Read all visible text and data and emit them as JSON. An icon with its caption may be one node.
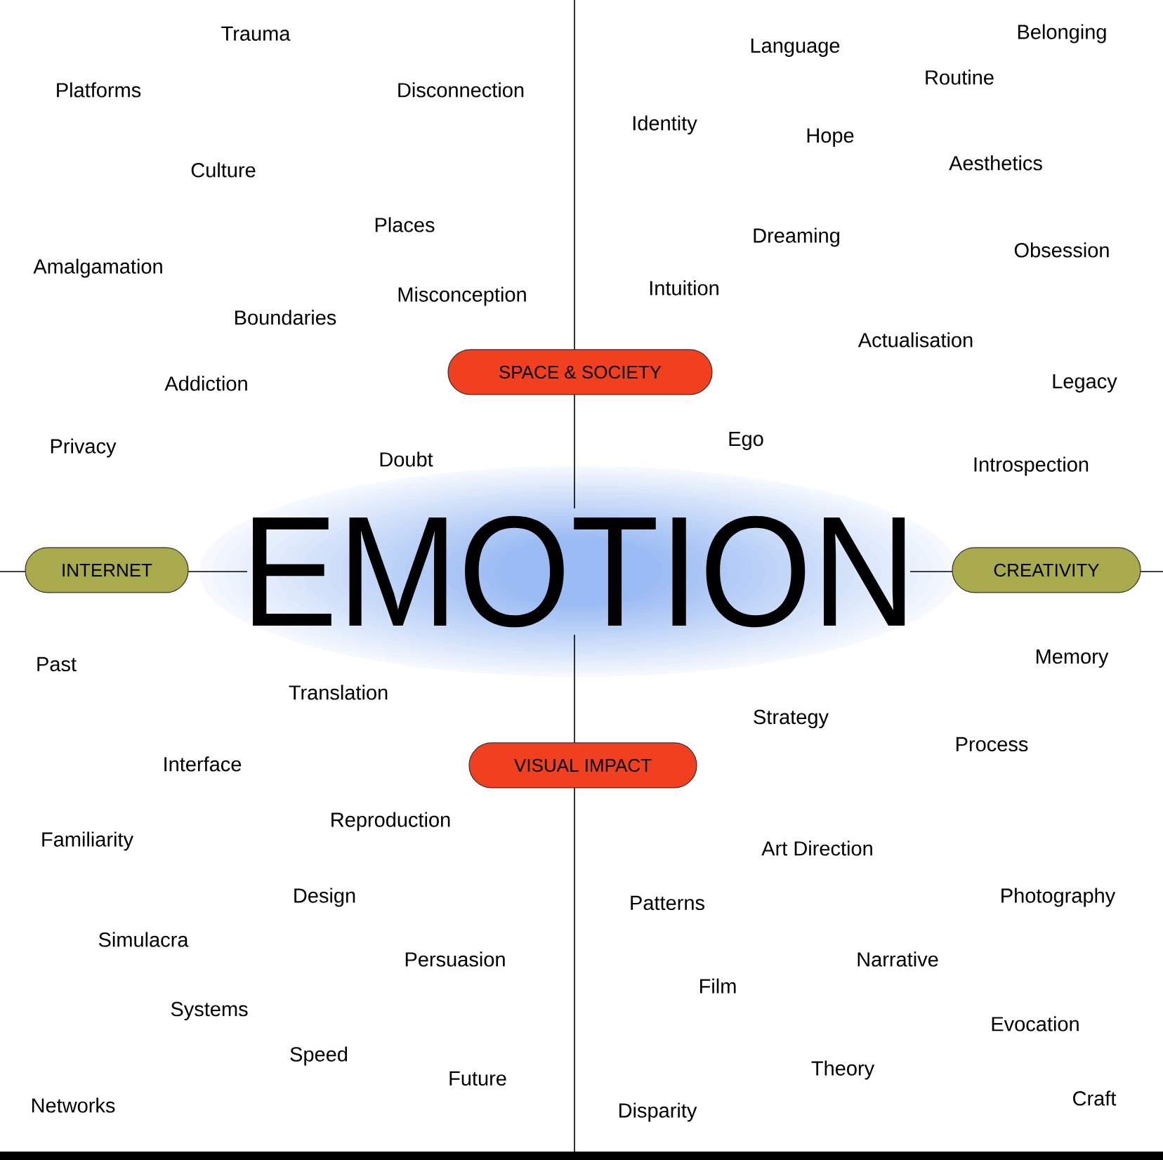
{
  "diagram": {
    "nodes": [
      {
        "text": [
          "SPACE & SOCIETY"
        ]
      },
      {
        "text": [
          "INTERNET"
        ]
      },
      {
        "text": [
          "CREATIVITY"
        ]
      },
      {
        "text": [
          "VISUAL IMPACT"
        ]
      }
    ],
    "labels": [
      "Trauma",
      "Belonging",
      "Language",
      "Platforms",
      "Disconnection",
      "Routine",
      "Identity",
      "Hope",
      "Aesthetics",
      "Culture",
      "Places",
      "Dreaming",
      "Obsession",
      "Amalgamation",
      "Intuition",
      "Misconception",
      "Boundaries",
      "Actualisation",
      "Addiction",
      "Legacy",
      "Ego",
      "Privacy",
      "Doubt",
      "Introspection",
      "EMOTION",
      "Past",
      "Memory",
      "Translation",
      "Strategy",
      "Process",
      "Interface",
      "Reproduction",
      "Familiarity",
      "Art Direction",
      "Design",
      "Photography",
      "Patterns",
      "Simulacra",
      "Persuasion",
      "Narrative",
      "Film",
      "Systems",
      "Evocation",
      "Speed",
      "Theory",
      "Future",
      "Craft",
      "Networks",
      "Disparity"
    ]
  }
}
